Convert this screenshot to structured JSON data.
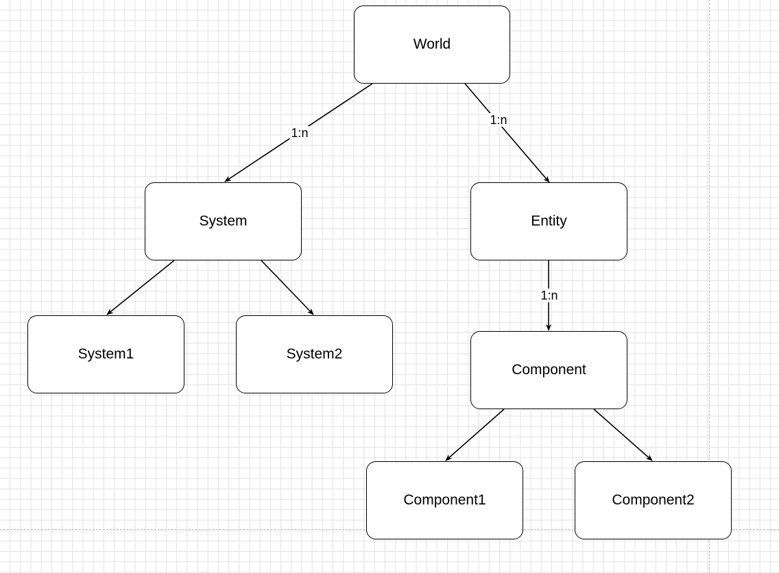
{
  "diagram": {
    "nodes": {
      "world": "World",
      "system": "System",
      "entity": "Entity",
      "system1": "System1",
      "system2": "System2",
      "component": "Component",
      "component1": "Component1",
      "component2": "Component2"
    },
    "edges": {
      "world_system": "1:n",
      "world_entity": "1:n",
      "entity_component": "1:n"
    }
  },
  "colors": {
    "stroke": "#000000",
    "grid": "#e2e2e2",
    "page_break": "#bdbdbd"
  }
}
